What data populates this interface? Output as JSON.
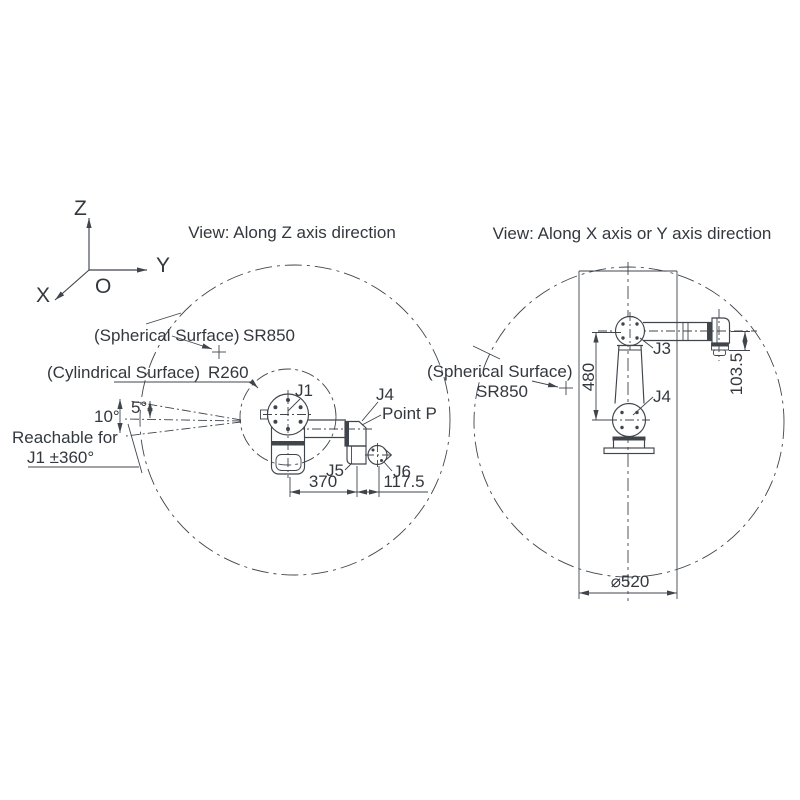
{
  "axes": {
    "z": "Z",
    "y": "Y",
    "x": "X",
    "o": "O"
  },
  "left_view": {
    "title": "View: Along Z axis direction",
    "spherical_label": "(Spherical Surface)",
    "spherical_radius": "SR850",
    "cylindrical_label": "(Cylindrical Surface)",
    "cylindrical_radius": "R260",
    "angle_outer": "10°",
    "angle_inner": "5°",
    "reachable_line1": "Reachable for",
    "reachable_line2": "J1 ±360°",
    "joint_j1": "J1",
    "joint_j4": "J4",
    "joint_j5": "J5",
    "joint_j6": "J6",
    "point_p": "Point P",
    "dim_reach": "370",
    "dim_wrist_offset": "117.5"
  },
  "right_view": {
    "title": "View: Along X axis or Y axis direction",
    "spherical_label": "(Spherical Surface)",
    "spherical_radius": "SR850",
    "joint_j3": "J3",
    "joint_j4": "J4",
    "dim_arm_height": "480",
    "dim_tool_offset": "103.5",
    "dim_cylinder_diameter": "⌀520"
  },
  "colors": {
    "line": "#40454c",
    "text": "#33383e",
    "background": "#ffffff"
  }
}
